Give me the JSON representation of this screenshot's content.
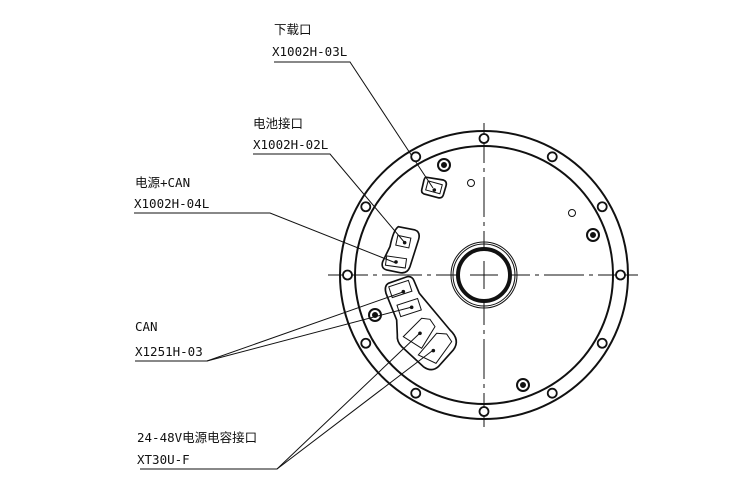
{
  "labels": [
    {
      "name": "下载口",
      "part": "X1002H-03L"
    },
    {
      "name": "电池接口",
      "part": "X1002H-02L"
    },
    {
      "name": "电源+CAN",
      "part": "X1002H-04L"
    },
    {
      "name": "CAN",
      "part": "X1251H-03"
    },
    {
      "name": "24-48V电源电容接口",
      "part": "XT30U-F"
    }
  ],
  "bolt_hole_count": 12
}
